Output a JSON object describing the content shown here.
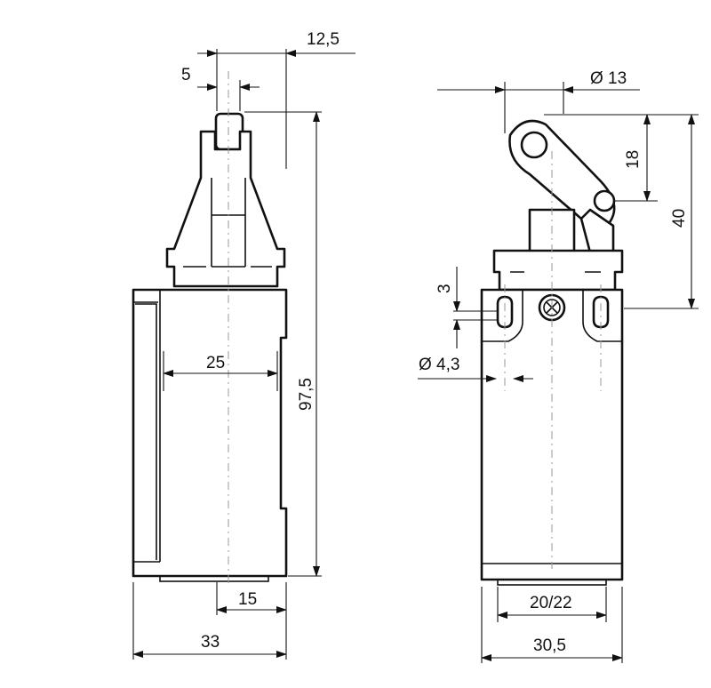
{
  "diagram": {
    "line_color": "#111111",
    "background": "#ffffff",
    "dimensions": {
      "top_width": "12,5",
      "plunger_width": "5",
      "roller_diameter": "Ø 13",
      "arm_height": "18",
      "overall_height_side": "40",
      "overall_height_front": "97,5",
      "slot_spacing": "3",
      "hole_diameter": "Ø 4,3",
      "inner_width": "25",
      "base_offset": "15",
      "body_width": "33",
      "mount_spacing": "20/22",
      "body_depth": "30,5"
    }
  }
}
